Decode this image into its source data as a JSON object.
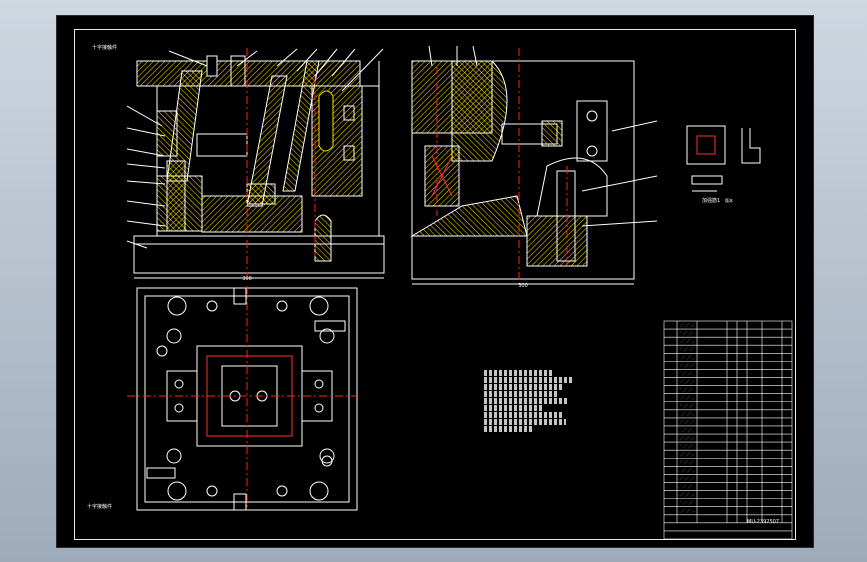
{
  "window": {
    "background_top": "#cfd7e1",
    "background_bottom": "#9eabbb"
  },
  "drawing": {
    "sheet_color": "#000000",
    "line_color": "#ffffff",
    "section_color": "#ffe000",
    "centerline_color": "#ff2020",
    "part_color": "#ff3030",
    "top_left_note": "十字接触件",
    "side_detail_label": "加强筋1",
    "side_detail_sub": "版本",
    "front_view_width_dim": "300",
    "side_view_width_dim": "300",
    "plan_left_label": "十字接触件",
    "drawing_number": "MU-2392507",
    "title_block_rows": 27,
    "notes_lines": 9
  },
  "icons": [
    "hatch-pattern",
    "centerline",
    "bolt-symbol",
    "guide-pillar"
  ]
}
